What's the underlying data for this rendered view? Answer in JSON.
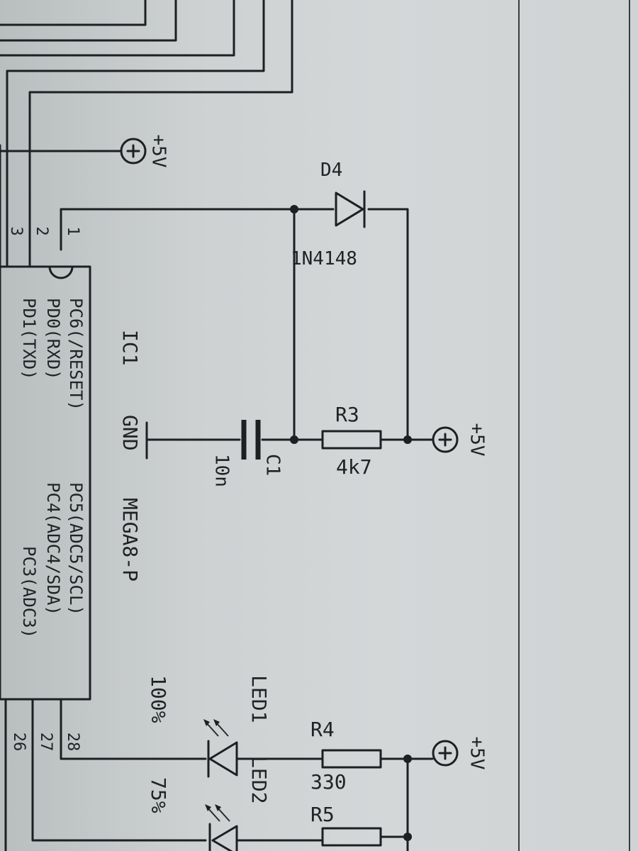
{
  "schematic": {
    "supply_label": "+5V",
    "ic": {
      "ref": "IC1",
      "part": "MEGA8-P",
      "gnd_pin": "GND",
      "pins_left": [
        {
          "num": "1",
          "name": "PC6(/RESET)"
        },
        {
          "num": "2",
          "name": "PD0(RXD)"
        },
        {
          "num": "3",
          "name": "PD1(TXD)"
        }
      ],
      "pins_right": [
        {
          "num": "28",
          "name": "PC5(ADC5/SCL)"
        },
        {
          "num": "27",
          "name": "PC4(ADC4/SDA)"
        },
        {
          "num": "26",
          "name": "PC3(ADC3)"
        }
      ]
    },
    "diode": {
      "ref": "D4",
      "value": "1N4148"
    },
    "resistors": [
      {
        "ref": "R3",
        "value": "4k7"
      },
      {
        "ref": "R4",
        "value": "330"
      },
      {
        "ref": "R5",
        "value": ""
      }
    ],
    "capacitor": {
      "ref": "C1",
      "value": "10n"
    },
    "leds": [
      {
        "ref": "LED1",
        "level": "100%"
      },
      {
        "ref": "LED2",
        "level": "75%"
      }
    ]
  }
}
